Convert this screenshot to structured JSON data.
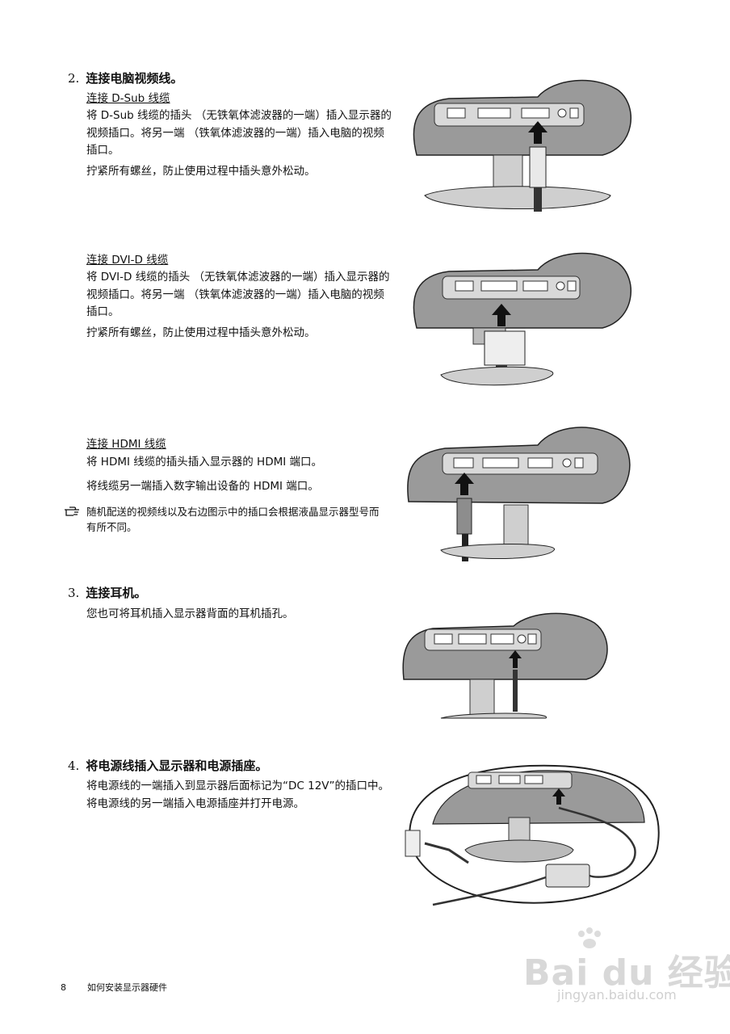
{
  "step2": {
    "number": "2.",
    "title": "连接电脑视频线。",
    "dsub": {
      "heading": "连接 D-Sub 线缆",
      "paragraph1": "将 D-Sub 线缆的插头 （无铁氧体滤波器的一端）插入显示器的视频插口。将另一端 （铁氧体滤波器的一端）插入电脑的视频插口。",
      "paragraph2": "拧紧所有螺丝，防止使用过程中插头意外松动。"
    },
    "dvi": {
      "heading": "连接 DVI-D 线缆",
      "paragraph1": "将 DVI-D 线缆的插头 （无铁氧体滤波器的一端）插入显示器的视频插口。将另一端 （铁氧体滤波器的一端）插入电脑的视频插口。",
      "paragraph2": "拧紧所有螺丝，防止使用过程中插头意外松动。"
    },
    "hdmi": {
      "heading": "连接 HDMI 线缆",
      "paragraph1": "将 HDMI 线缆的插头插入显示器的 HDMI 端口。",
      "paragraph2": "将线缆另一端插入数字输出设备的 HDMI 端口。"
    },
    "note": "随机配送的视频线以及右边图示中的插口会根据液晶显示器型号而有所不同。"
  },
  "step3": {
    "number": "3.",
    "title": "连接耳机。",
    "paragraph": "您也可将耳机插入显示器背面的耳机插孔。"
  },
  "step4": {
    "number": "4.",
    "title": "将电源线插入显示器和电源插座。",
    "paragraph": "将电源线的一端插入到显示器后面标记为“DC 12V”的插口中。将电源线的另一端插入电源插座并打开电源。"
  },
  "footer": {
    "page_number": "8",
    "section": "如何安装显示器硬件"
  },
  "watermark": {
    "logo": "Bai du 经验",
    "url": "jingyan.baidu.com"
  },
  "colors": {
    "monitor_gray": "#9a9a9a",
    "monitor_dark": "#6e6e6e",
    "panel_light": "#d9d9d9",
    "outline": "#222222",
    "arrow": "#111111"
  }
}
